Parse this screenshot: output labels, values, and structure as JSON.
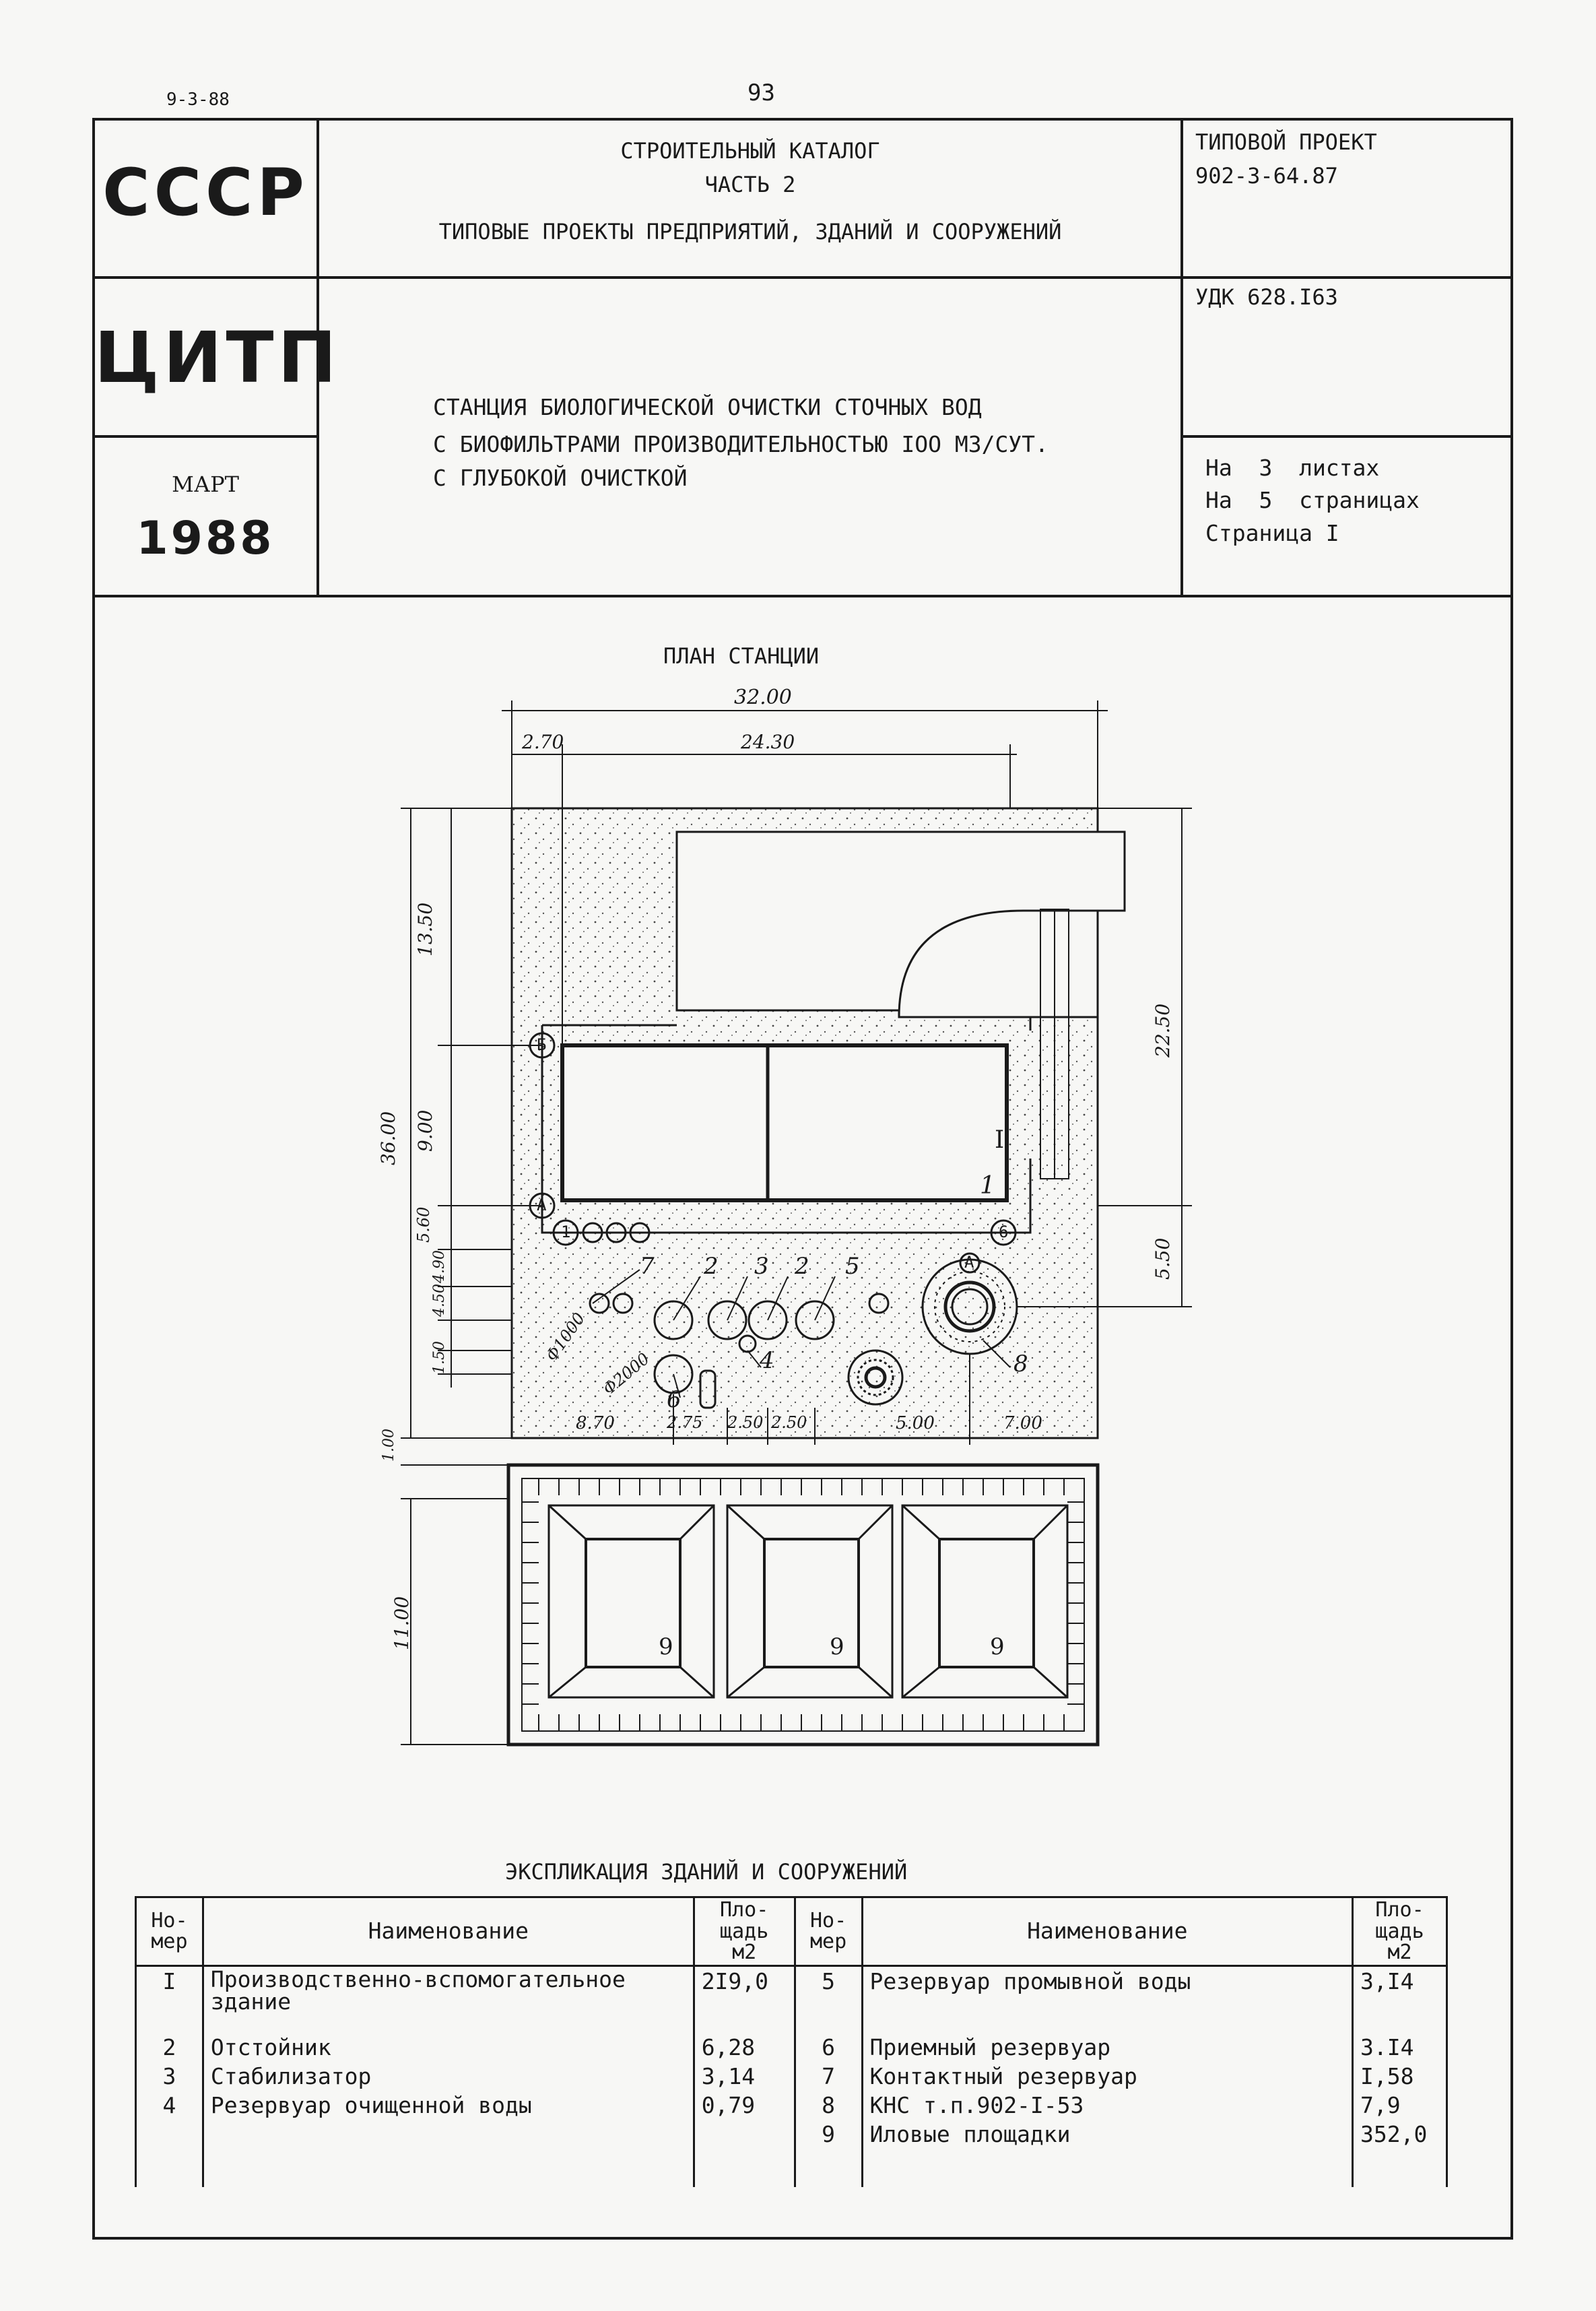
{
  "page": {
    "corner_code": "9-3-88",
    "page_number": "93"
  },
  "header": {
    "cccp": "СССР",
    "citp": "ЦИТП",
    "month": "МАРТ",
    "year": "1988",
    "catalog_line1": "СТРОИТЕЛЬНЫЙ КАТАЛОГ",
    "catalog_line2": "ЧАСТЬ 2",
    "catalog_line3": "ТИПОВЫЕ ПРОЕКТЫ ПРЕДПРИЯТИЙ, ЗДАНИЙ И СООРУЖЕНИЙ",
    "typical_project_label": "ТИПОВОЙ ПРОЕКТ",
    "typical_project_number": "902-3-64.87",
    "udk": "УДК 628.I63",
    "title_line1": "СТАНЦИЯ БИОЛОГИЧЕСКОЙ ОЧИСТКИ СТОЧНЫХ ВОД",
    "title_line2": "С БИОФИЛЬТРАМИ ПРОИЗВОДИТЕЛЬНОСТЬЮ IOO М3/СУТ.",
    "title_line3": "С ГЛУБОКОЙ ОЧИСТКОЙ",
    "sheets": "На  3  листах",
    "pages": "На  5  страницах",
    "page_label": "Страница I"
  },
  "plan": {
    "title": "ПЛАН СТАНЦИИ",
    "dims": {
      "total_width": "32.00",
      "left_offset": "2.70",
      "inner_width": "24.30",
      "left_13_50": "13.50",
      "left_9_00": "9.00",
      "left_5_60": "5.60",
      "left_4_90": "4.90",
      "left_4_50": "4.50",
      "left_1_50": "1.50",
      "total_height": "36.00",
      "right_22_50": "22.50",
      "right_5_50": "5.50",
      "gap_1_00": "1.00",
      "bottom_11_00": "11.00",
      "b_8_70": "8.70",
      "b_2_75": "2.75",
      "b_2_50a": "2.50",
      "b_2_50b": "2.50",
      "b_5_00": "5.00",
      "b_7_00": "7.00",
      "phi_1000": "Φ1000",
      "phi_2000": "Φ2000"
    },
    "axes": {
      "b": "Б",
      "a": "А",
      "a2": "А",
      "one": "1",
      "six": "6"
    },
    "labels": {
      "bldg_roman": "I",
      "bldg_arabic": "1",
      "n7": "7",
      "n2a": "2",
      "n3": "3",
      "n2b": "2",
      "n5": "5",
      "n4": "4",
      "n6": "6",
      "n8": "8",
      "n9a": "9",
      "n9b": "9",
      "n9c": "9"
    }
  },
  "explication": {
    "title": "ЭКСПЛИКАЦИЯ ЗДАНИЙ И СООРУЖЕНИЙ",
    "col_num": "Но-\nмер",
    "col_name": "Наименование",
    "col_area": "Пло-\nщадь\nм2",
    "left_rows": [
      {
        "num": "I",
        "name": "Производственно-вспомогательное здание",
        "area": "2I9,0"
      },
      {
        "num": "2",
        "name": "Отстойник",
        "area": "6,28"
      },
      {
        "num": "3",
        "name": "Стабилизатор",
        "area": "3,14"
      },
      {
        "num": "4",
        "name": "Резервуар очищенной воды",
        "area": "0,79"
      }
    ],
    "right_rows": [
      {
        "num": "5",
        "name": "Резервуар промывной воды",
        "area": "3,I4"
      },
      {
        "num": "6",
        "name": "Приемный резервуар",
        "area": "3.I4"
      },
      {
        "num": "7",
        "name": "Контактный резервуар",
        "area": "I,58"
      },
      {
        "num": "8",
        "name": "КНС т.п.902-I-53",
        "area": "7,9"
      },
      {
        "num": "9",
        "name": "Иловые площадки",
        "area": "352,0"
      }
    ]
  }
}
